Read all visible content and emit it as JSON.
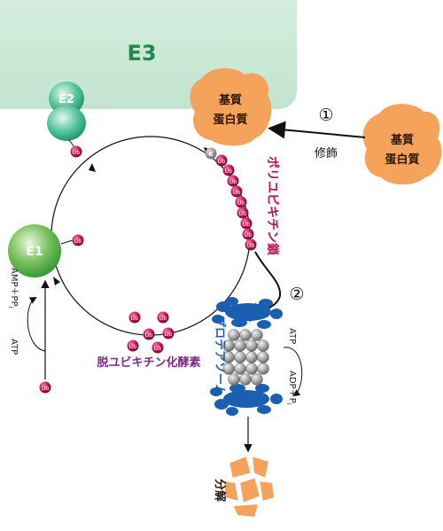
{
  "labels": {
    "e3": "E3",
    "e2": "E2",
    "e1": "E1",
    "substrate_line1": "基質",
    "substrate_line2": "蛋白質",
    "step1_marker": "①",
    "step1_text": "修飾",
    "step2_marker": "②",
    "polyubiquitin_chain": "ポリユビキチン鎖",
    "proteasome": "プロテアソーム",
    "deubiquitinase": "脱ユビキチン化酵素",
    "degradation": "分解",
    "ub": "Ub",
    "k": "K",
    "amp_ppi": "AMP＋PP",
    "amp_ppi_sub": "i",
    "atp_left": "ATP",
    "atp_right": "ATP",
    "adp_pi": "ADP＋P",
    "adp_pi_sub": "i"
  },
  "colors": {
    "e3_fill": "#c9e7d6",
    "e2_fill": "#3fb98f",
    "e1_fill": "#55b04a",
    "substrate_fill": "#f5a25b",
    "ub_fill": "#c0124f",
    "chain_text": "#c0124f",
    "proteasome_cap": "#1a5fb0",
    "proteasome_core": "#9a9a9a",
    "deub_text": "#7b2a86",
    "e3_text": "#1f8a4c"
  }
}
